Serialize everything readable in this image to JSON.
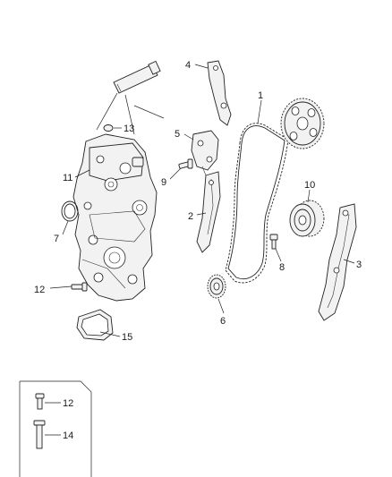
{
  "callouts": {
    "c1": "1",
    "c2": "2",
    "c3": "3",
    "c4": "4",
    "c5": "5",
    "c6": "6",
    "c7": "7",
    "c8": "8",
    "c9": "9",
    "c10": "10",
    "c11": "11",
    "c12": "12",
    "c13": "13",
    "c14": "14",
    "c15": "15"
  },
  "legend": {
    "fastener_a": "12",
    "fastener_b": "14"
  }
}
